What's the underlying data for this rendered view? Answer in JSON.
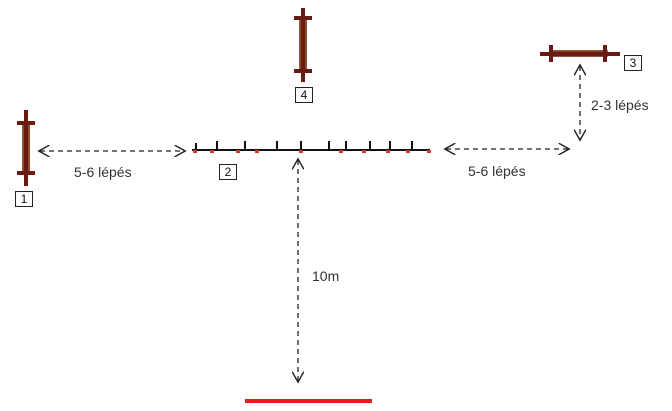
{
  "colors": {
    "post": "#6b1a12",
    "crossbar": "#e6e61a",
    "arrow": "#222222",
    "line": "#e02020",
    "tick": "#d03a2a"
  },
  "labels": {
    "gap_left": "5-6 lépés",
    "gap_right": "5-6 lépés",
    "gap_vertical": "2-3 lépés",
    "distance": "10m"
  },
  "obstacles": [
    "1",
    "2",
    "3",
    "4"
  ]
}
